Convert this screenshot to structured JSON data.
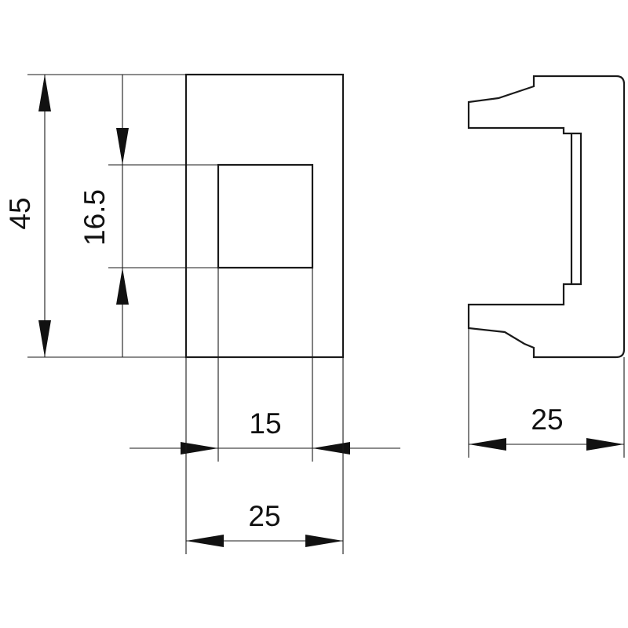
{
  "dimensions": {
    "height_total": "45",
    "height_window": "16.5",
    "width_window": "15",
    "width_front": "25",
    "width_side": "25"
  },
  "colors": {
    "line": "#1a1a1a",
    "background": "#ffffff"
  }
}
